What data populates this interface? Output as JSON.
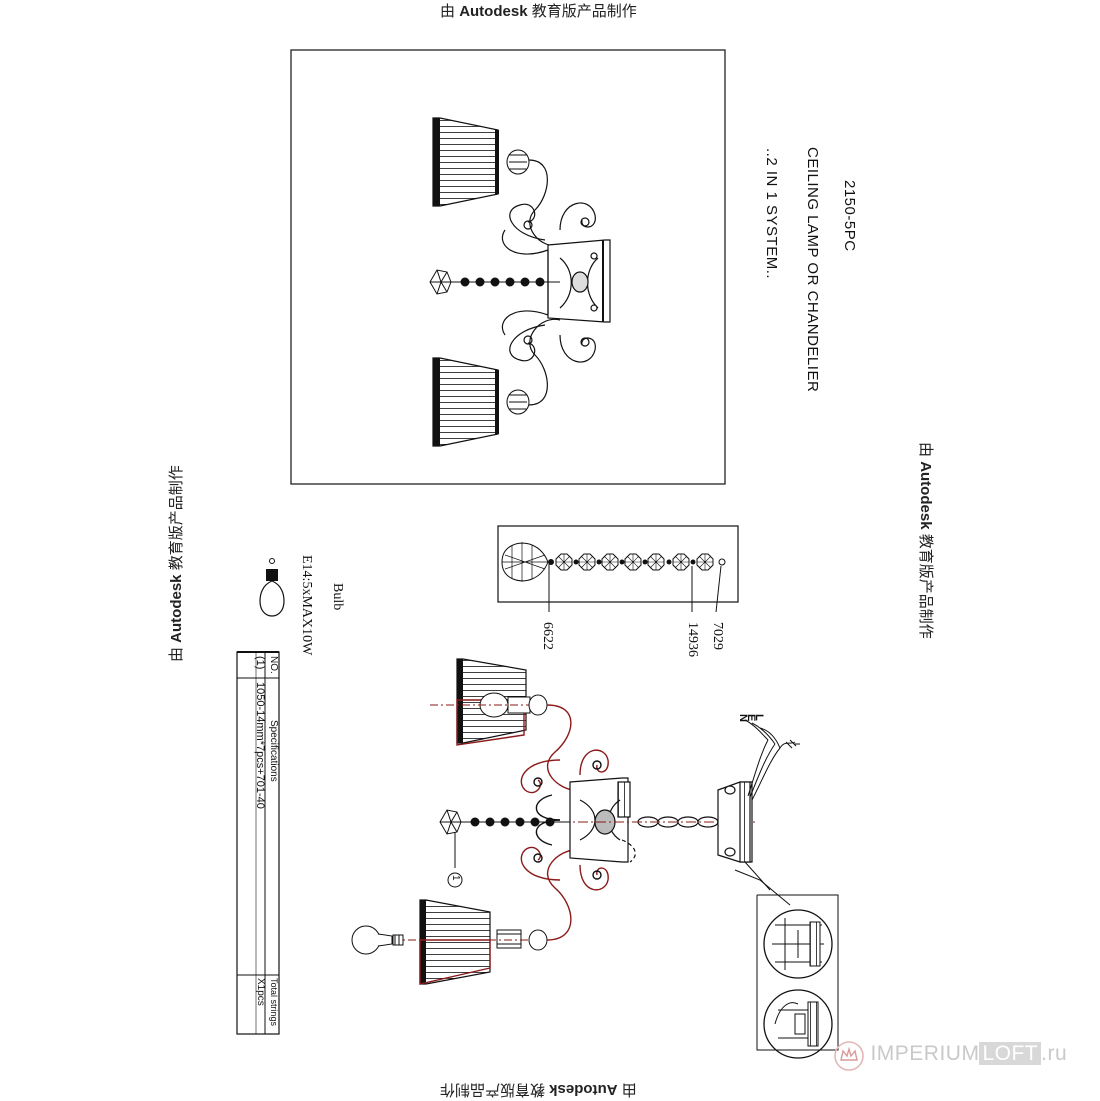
{
  "watermark": {
    "prefix": "由",
    "brand": "Autodesk",
    "suffix": "教育版产品制作"
  },
  "product": {
    "code": "2150-5PC",
    "line1": "CEILING LAMP OR  CHANDELIER",
    "line2": "..2 IN 1 SYSTEM.."
  },
  "bulb": {
    "title": "Bulb",
    "spec": "E14:5xMAX10W"
  },
  "spec_table": {
    "col_no": "NO.",
    "col_spec": "Specifications",
    "col_total": "Total strings",
    "row_no": "(1)",
    "row_spec": "1050-14mm*7pcs+701-40",
    "row_total": "X1pcs"
  },
  "crystal_labels": {
    "a": "6622",
    "b": "14936",
    "c": "7029"
  },
  "wiring_labels": {
    "l": "L",
    "e": "E",
    "n": "N"
  },
  "callout_label": "1",
  "site": {
    "name": "IMPERIUM",
    "loft": "LOFT",
    "tld": ".ru"
  }
}
